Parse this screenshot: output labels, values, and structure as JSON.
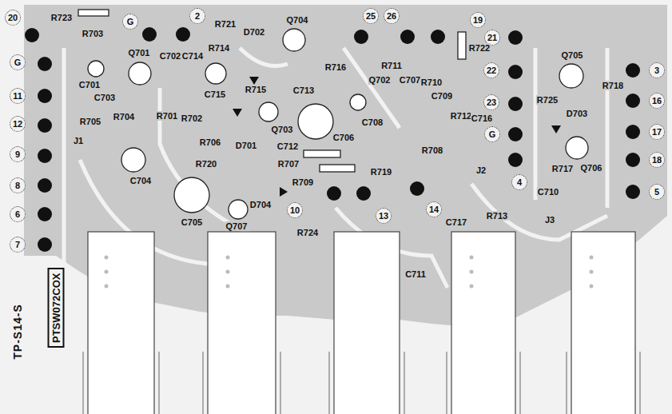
{
  "diagram": {
    "nodes": [
      {
        "text": [
          "PTSW072COX"
        ]
      }
    ],
    "labels": [
      "20",
      "R723",
      "R703",
      "G",
      "2",
      "R721",
      "D702",
      "Q704",
      "25",
      "26",
      "19",
      "21",
      "22",
      "Q705",
      "3",
      "G",
      "C701",
      "Q701",
      "C702",
      "C714",
      "R714",
      "C715",
      "R716",
      "C713",
      "R711",
      "C707",
      "R710",
      "C709",
      "R722",
      "R718",
      "16",
      "11",
      "C703",
      "R705",
      "R704",
      "R701",
      "R702",
      "R715",
      "Q703",
      "Q702",
      "C708",
      "R712",
      "C716",
      "R725",
      "23",
      "D703",
      "Q706",
      "17",
      "12",
      "J1",
      "C704",
      "R706",
      "R720",
      "D701",
      "C712",
      "C706",
      "R707",
      "R719",
      "R708",
      "J2",
      "G",
      "R717",
      "18",
      "9",
      "8",
      "C705",
      "R709",
      "D704",
      "4",
      "C710",
      "J3",
      "5",
      "6",
      "Q707",
      "R724",
      "10",
      "13",
      "14",
      "C717",
      "R713",
      "C711",
      "7",
      "TP-S14-S"
    ]
  }
}
